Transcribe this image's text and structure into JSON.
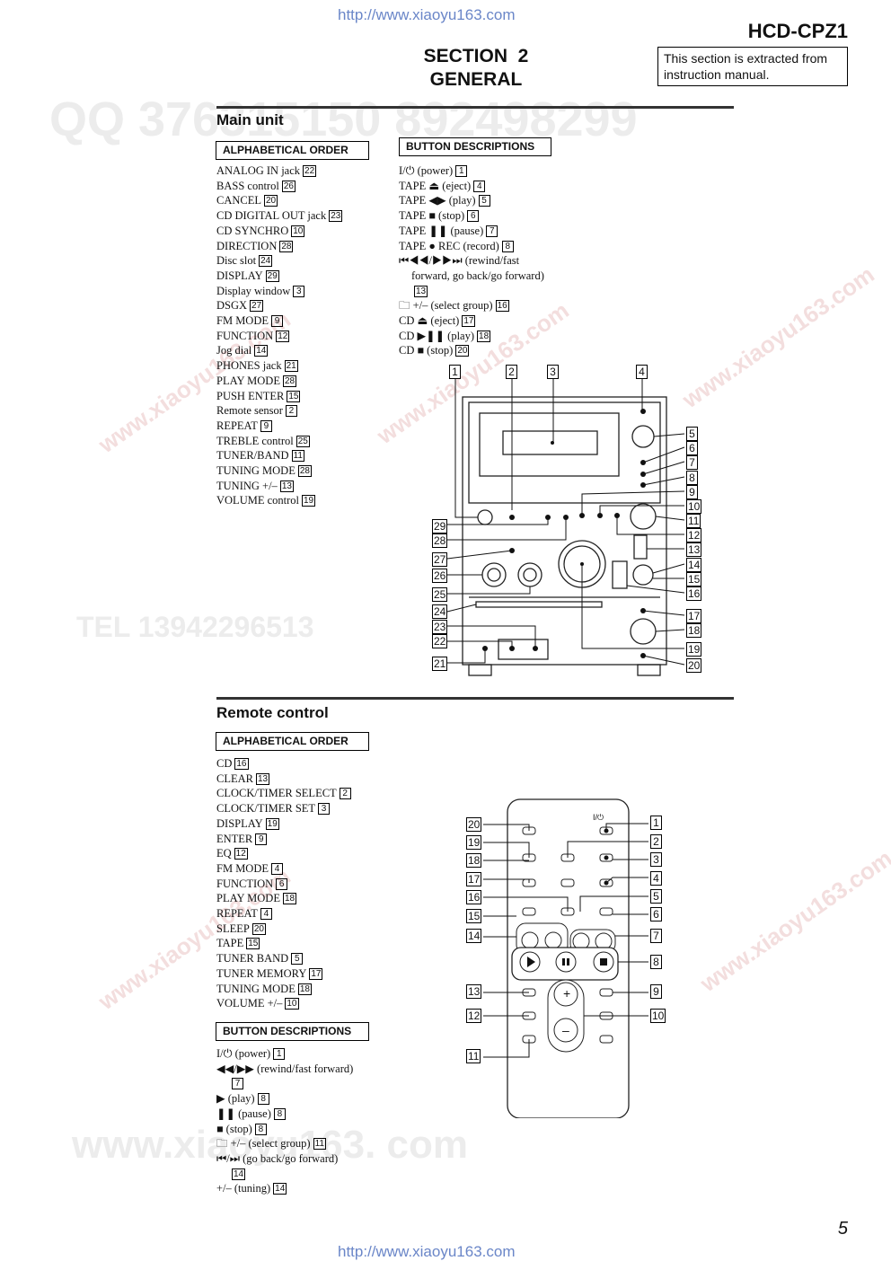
{
  "header": {
    "url": "http://www.xiaoyu163.com",
    "model": "HCD-CPZ1",
    "section": "SECTION  2",
    "section_title": "GENERAL",
    "note": "This section is extracted from instruction manual."
  },
  "watermarks": {
    "qq": "QQ 376315150   892498299",
    "tel": "TEL 13942296513",
    "site": "www.xiaoyu163.com",
    "big_site": "www.xiaoyu163. com"
  },
  "main_unit": {
    "title": "Main unit",
    "alpha_header": "ALPHABETICAL ORDER",
    "button_header": "BUTTON DESCRIPTIONS",
    "alphabetical": [
      {
        "label": "ANALOG IN jack",
        "num": "22"
      },
      {
        "label": "BASS control",
        "num": "26"
      },
      {
        "label": "CANCEL",
        "num": "20"
      },
      {
        "label": "CD DIGITAL OUT jack",
        "num": "23"
      },
      {
        "label": "CD SYNCHRO",
        "num": "10"
      },
      {
        "label": "DIRECTION",
        "num": "28"
      },
      {
        "label": "Disc slot",
        "num": "24"
      },
      {
        "label": "DISPLAY",
        "num": "29"
      },
      {
        "label": "Display window",
        "num": "3"
      },
      {
        "label": "DSGX",
        "num": "27"
      },
      {
        "label": "FM MODE",
        "num": "9"
      },
      {
        "label": "FUNCTION",
        "num": "12"
      },
      {
        "label": "Jog dial",
        "num": "14"
      },
      {
        "label": "PHONES jack",
        "num": "21"
      },
      {
        "label": "PLAY MODE",
        "num": "28"
      },
      {
        "label": "PUSH ENTER",
        "num": "15"
      },
      {
        "label": "Remote sensor",
        "num": "2"
      },
      {
        "label": "REPEAT",
        "num": "9"
      },
      {
        "label": "TREBLE control",
        "num": "25"
      },
      {
        "label": "TUNER/BAND",
        "num": "11"
      },
      {
        "label": "TUNING MODE",
        "num": "28"
      },
      {
        "label": "TUNING +/–",
        "num": "13"
      },
      {
        "label": "VOLUME control",
        "num": "19"
      }
    ],
    "buttons": [
      {
        "label": "I/⏻ (power)",
        "num": "1"
      },
      {
        "label": "TAPE ⏏ (eject)",
        "num": "4"
      },
      {
        "label": "TAPE ◀▶ (play)",
        "num": "5"
      },
      {
        "label": "TAPE ■ (stop)",
        "num": "6"
      },
      {
        "label": "TAPE ❚❚ (pause)",
        "num": "7"
      },
      {
        "label": "TAPE ● REC (record)",
        "num": "8"
      },
      {
        "label": "⏮◀◀/▶▶⏭ (rewind/fast",
        "num": ""
      },
      {
        "label": "forward, go back/go forward)",
        "num": "",
        "indent": true
      },
      {
        "label": "",
        "num": "13",
        "indent": true
      },
      {
        "label": "🗀 +/– (select group)",
        "num": "16"
      },
      {
        "label": "CD ⏏ (eject)",
        "num": "17"
      },
      {
        "label": "CD ▶❚❚ (play)",
        "num": "18"
      },
      {
        "label": "CD ■ (stop)",
        "num": "20"
      }
    ],
    "callouts": [
      "1",
      "2",
      "3",
      "4",
      "5",
      "6",
      "7",
      "8",
      "9",
      "10",
      "11",
      "12",
      "13",
      "14",
      "15",
      "16",
      "17",
      "18",
      "19",
      "20",
      "21",
      "22",
      "23",
      "24",
      "25",
      "26",
      "27",
      "28",
      "29"
    ]
  },
  "remote": {
    "title": "Remote control",
    "alpha_header": "ALPHABETICAL ORDER",
    "button_header": "BUTTON DESCRIPTIONS",
    "alphabetical": [
      {
        "label": "CD",
        "num": "16"
      },
      {
        "label": "CLEAR",
        "num": "13"
      },
      {
        "label": "CLOCK/TIMER SELECT",
        "num": "2"
      },
      {
        "label": "CLOCK/TIMER SET",
        "num": "3"
      },
      {
        "label": "DISPLAY",
        "num": "19"
      },
      {
        "label": "ENTER",
        "num": "9"
      },
      {
        "label": "EQ",
        "num": "12"
      },
      {
        "label": "FM MODE",
        "num": "4"
      },
      {
        "label": "FUNCTION",
        "num": "6"
      },
      {
        "label": "PLAY MODE",
        "num": "18"
      },
      {
        "label": "REPEAT",
        "num": "4"
      },
      {
        "label": "SLEEP",
        "num": "20"
      },
      {
        "label": "TAPE",
        "num": "15"
      },
      {
        "label": "TUNER BAND",
        "num": "5"
      },
      {
        "label": "TUNER MEMORY",
        "num": "17"
      },
      {
        "label": "TUNING MODE",
        "num": "18"
      },
      {
        "label": "VOLUME +/–",
        "num": "10"
      }
    ],
    "buttons": [
      {
        "label": "I/⏻ (power)",
        "num": "1"
      },
      {
        "label": "◀◀/▶▶ (rewind/fast forward)",
        "num": ""
      },
      {
        "label": "",
        "num": "7",
        "indent": true
      },
      {
        "label": "▶ (play)",
        "num": "8"
      },
      {
        "label": "❚❚ (pause)",
        "num": "8"
      },
      {
        "label": "■ (stop)",
        "num": "8"
      },
      {
        "label": "🗀 +/– (select group)",
        "num": "11"
      },
      {
        "label": "⏮/⏭ (go back/go forward)",
        "num": ""
      },
      {
        "label": "",
        "num": "14",
        "indent": true
      },
      {
        "label": "+/– (tuning)",
        "num": "14"
      }
    ],
    "callouts": [
      "1",
      "2",
      "3",
      "4",
      "5",
      "6",
      "7",
      "8",
      "9",
      "10",
      "11",
      "12",
      "13",
      "14",
      "15",
      "16",
      "17",
      "18",
      "19",
      "20"
    ],
    "power_label": "I/⏻"
  },
  "page_number": "5"
}
